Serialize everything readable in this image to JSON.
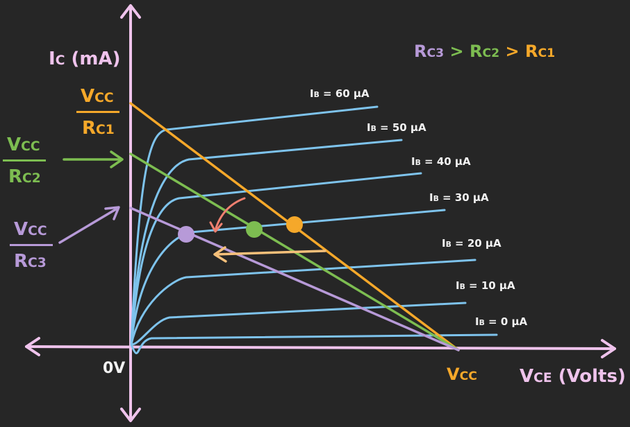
{
  "axes": {
    "y_label": "I",
    "y_label_sub": "C",
    "y_label_unit": " (mA)",
    "x_label": "V",
    "x_label_sub": "CE",
    "x_label_unit": " (Volts)",
    "origin_label": "0V",
    "vcc_label": "V",
    "vcc_label_sub": "CC"
  },
  "relation": {
    "r3": "R",
    "r3_sub": "C3",
    "gt1": " > ",
    "r2": "R",
    "r2_sub": "C2",
    "gt2": " > ",
    "r1": "R",
    "r1_sub": "C1"
  },
  "load_lines": [
    {
      "id": "rc1",
      "num": "V",
      "num_sub": "CC",
      "den": "R",
      "den_sub": "C1",
      "color": "#f5a82a"
    },
    {
      "id": "rc2",
      "num": "V",
      "num_sub": "CC",
      "den": "R",
      "den_sub": "C2",
      "color": "#7dbd51"
    },
    {
      "id": "rc3",
      "num": "V",
      "num_sub": "CC",
      "den": "R",
      "den_sub": "C3",
      "color": "#b79ad8"
    }
  ],
  "curves": [
    {
      "label": "I",
      "sub": "B",
      "value": " = 60 µA"
    },
    {
      "label": "I",
      "sub": "B",
      "value": " = 50 µA"
    },
    {
      "label": "I",
      "sub": "B",
      "value": " = 40 µA"
    },
    {
      "label": "I",
      "sub": "B",
      "value": " = 30 µA"
    },
    {
      "label": "I",
      "sub": "B",
      "value": " = 20 µA"
    },
    {
      "label": "I",
      "sub": "B",
      "value": " = 10 µA"
    },
    {
      "label": "I",
      "sub": "B",
      "value": " = 0 µA"
    }
  ],
  "colors": {
    "background": "#262626",
    "axis": "#efc3ec",
    "curve": "#7ec3ec",
    "rc1": "#f5a82a",
    "rc2": "#7dbd51",
    "rc3": "#b79ad8",
    "arc_arrow": "#f08070",
    "shift_arrow": "#f5c07a"
  }
}
